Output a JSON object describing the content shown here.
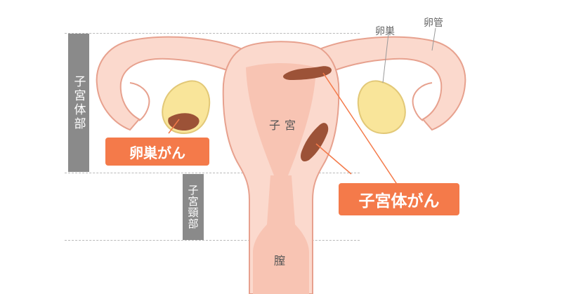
{
  "labels": {
    "ovary": "卵巣",
    "fallopian_tube": "卵管",
    "uterus": "子宮",
    "vagina": "膣",
    "uterine_body": "子宮体部",
    "cervix": "子宮頸部",
    "ovarian_cancer": "卵巣がん",
    "endometrial_cancer": "子宮体がん"
  },
  "colors": {
    "uterus_fill": "#fbd9cd",
    "uterus_inner": "#f8c4b3",
    "outline": "#e7a18e",
    "ovary_fill": "#f9e59a",
    "tumor": "#9c5237",
    "label_orange": "#f47a4a",
    "bar_gray": "#8a8a8a"
  }
}
